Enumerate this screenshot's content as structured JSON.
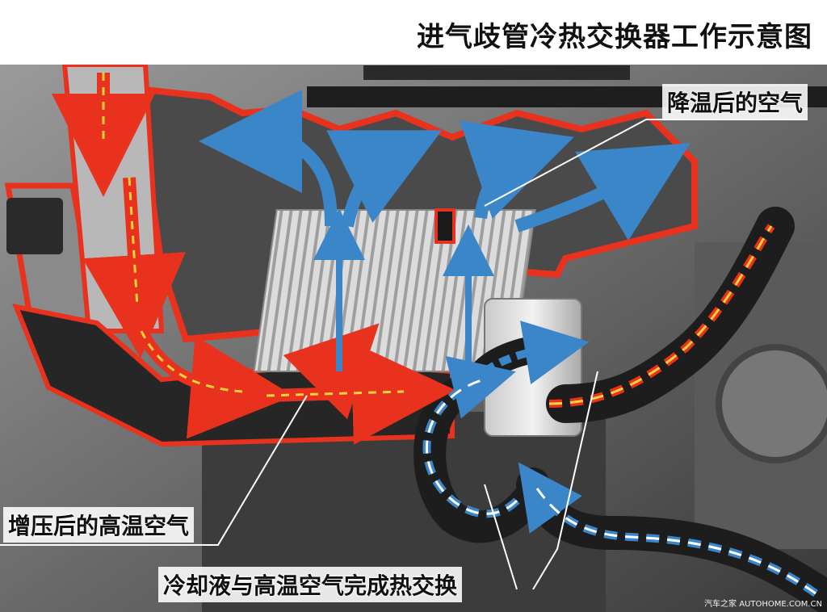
{
  "title": "进气歧管冷热交换器工作示意图",
  "labels": {
    "cooled_air": "降温后的空气",
    "hot_boosted_air": "增压后的高温空气",
    "coolant_exchange": "冷却液与高温空气完成热交换"
  },
  "watermark": "汽车之家 AUTOHOME.COM.CN",
  "colors": {
    "hot_air": "#e8321e",
    "hot_air_highlight": "#f5d23c",
    "cool_air": "#3a86c8",
    "coolant_dashes": "#ffffff",
    "engine_dark": "#2b2b2b"
  }
}
